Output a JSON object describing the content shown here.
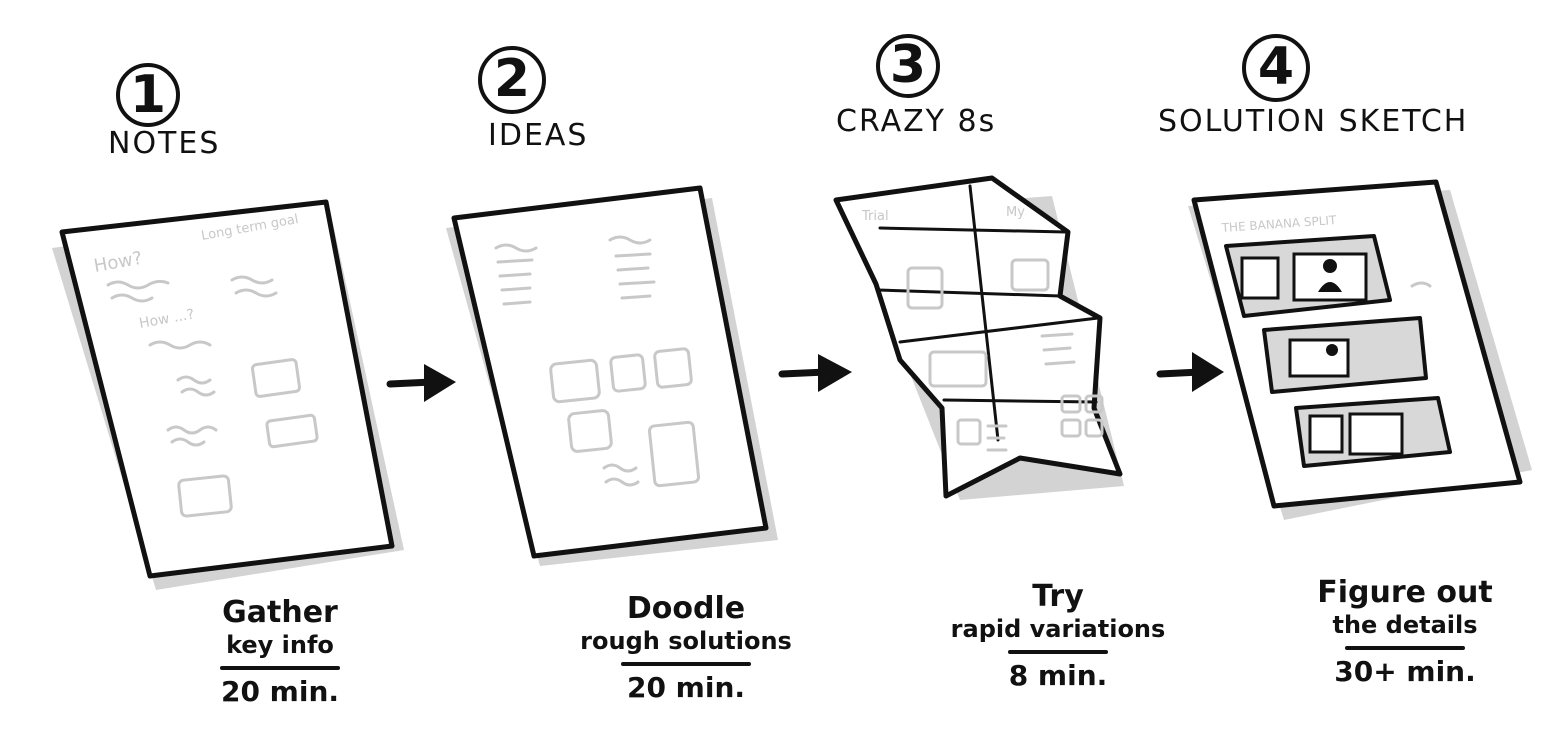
{
  "steps": [
    {
      "number": "1",
      "title": "NOTES",
      "caption_line1": "Gather",
      "caption_line2": "key info",
      "duration": "20 min."
    },
    {
      "number": "2",
      "title": "IDEAS",
      "caption_line1": "Doodle",
      "caption_line2": "rough solutions",
      "duration": "20 min."
    },
    {
      "number": "3",
      "title": "CRAZY 8s",
      "caption_line1": "Try",
      "caption_line2": "rapid variations",
      "duration": "8 min."
    },
    {
      "number": "4",
      "title": "SOLUTION SKETCH",
      "caption_line1": "Figure out",
      "caption_line2": "the details",
      "duration": "30+ min."
    }
  ],
  "sketch_text": {
    "notes_how": "How?",
    "notes_long_term": "Long term goal",
    "notes_how_q": "How ...?",
    "crazy_trial": "Trial",
    "crazy_my": "My",
    "solution_header": "THE BANANA SPLIT"
  },
  "icons": [
    "circle-number-icon",
    "arrow-right-icon",
    "paper-sheet-icon",
    "folded-paper-icon"
  ]
}
